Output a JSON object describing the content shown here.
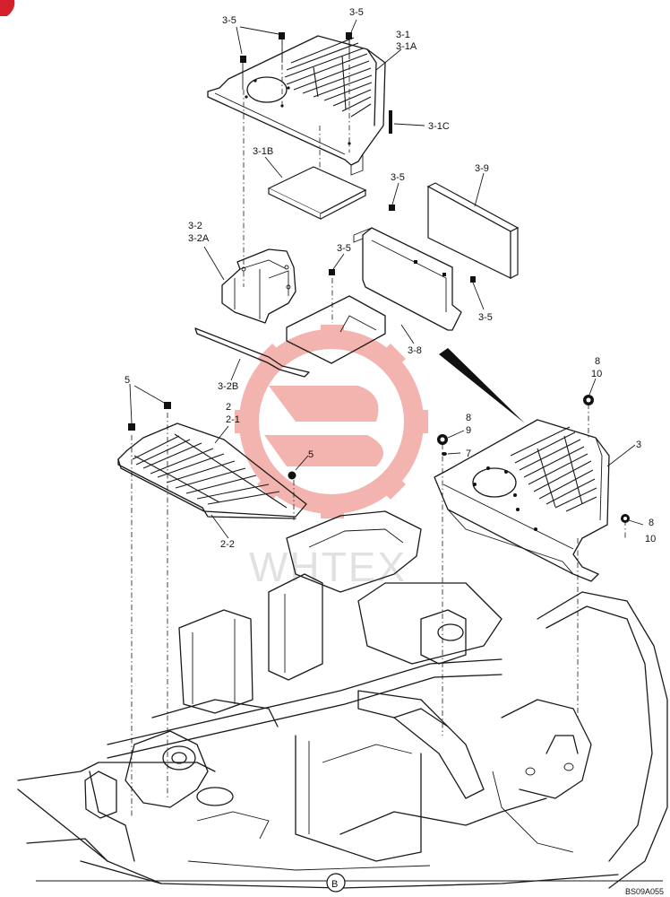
{
  "callouts": [
    {
      "id": "c1",
      "text": "3-5"
    },
    {
      "id": "c2",
      "text": "3-5"
    },
    {
      "id": "c3",
      "text": "3-1"
    },
    {
      "id": "c4",
      "text": "3-1A"
    },
    {
      "id": "c5",
      "text": "3-1C"
    },
    {
      "id": "c6",
      "text": "3-1B"
    },
    {
      "id": "c7",
      "text": "3-9"
    },
    {
      "id": "c8",
      "text": "3-5"
    },
    {
      "id": "c9",
      "text": "3-2"
    },
    {
      "id": "c10",
      "text": "3-2A"
    },
    {
      "id": "c11",
      "text": "3-5"
    },
    {
      "id": "c12",
      "text": "3-5"
    },
    {
      "id": "c13",
      "text": "3-8"
    },
    {
      "id": "c14",
      "text": "3-2B"
    },
    {
      "id": "c15",
      "text": "5"
    },
    {
      "id": "c16",
      "text": "2"
    },
    {
      "id": "c17",
      "text": "2-1"
    },
    {
      "id": "c18",
      "text": "5"
    },
    {
      "id": "c19",
      "text": "2-2"
    },
    {
      "id": "c20",
      "text": "8"
    },
    {
      "id": "c21",
      "text": "10"
    },
    {
      "id": "c22",
      "text": "8"
    },
    {
      "id": "c23",
      "text": "9"
    },
    {
      "id": "c24",
      "text": "7"
    },
    {
      "id": "c25",
      "text": "3"
    },
    {
      "id": "c26",
      "text": "8"
    },
    {
      "id": "c27",
      "text": "10"
    }
  ],
  "view_marker": "B",
  "drawing_code": "BS09A055",
  "watermark": {
    "text": "WHTEX",
    "color": "#e23b2e"
  }
}
